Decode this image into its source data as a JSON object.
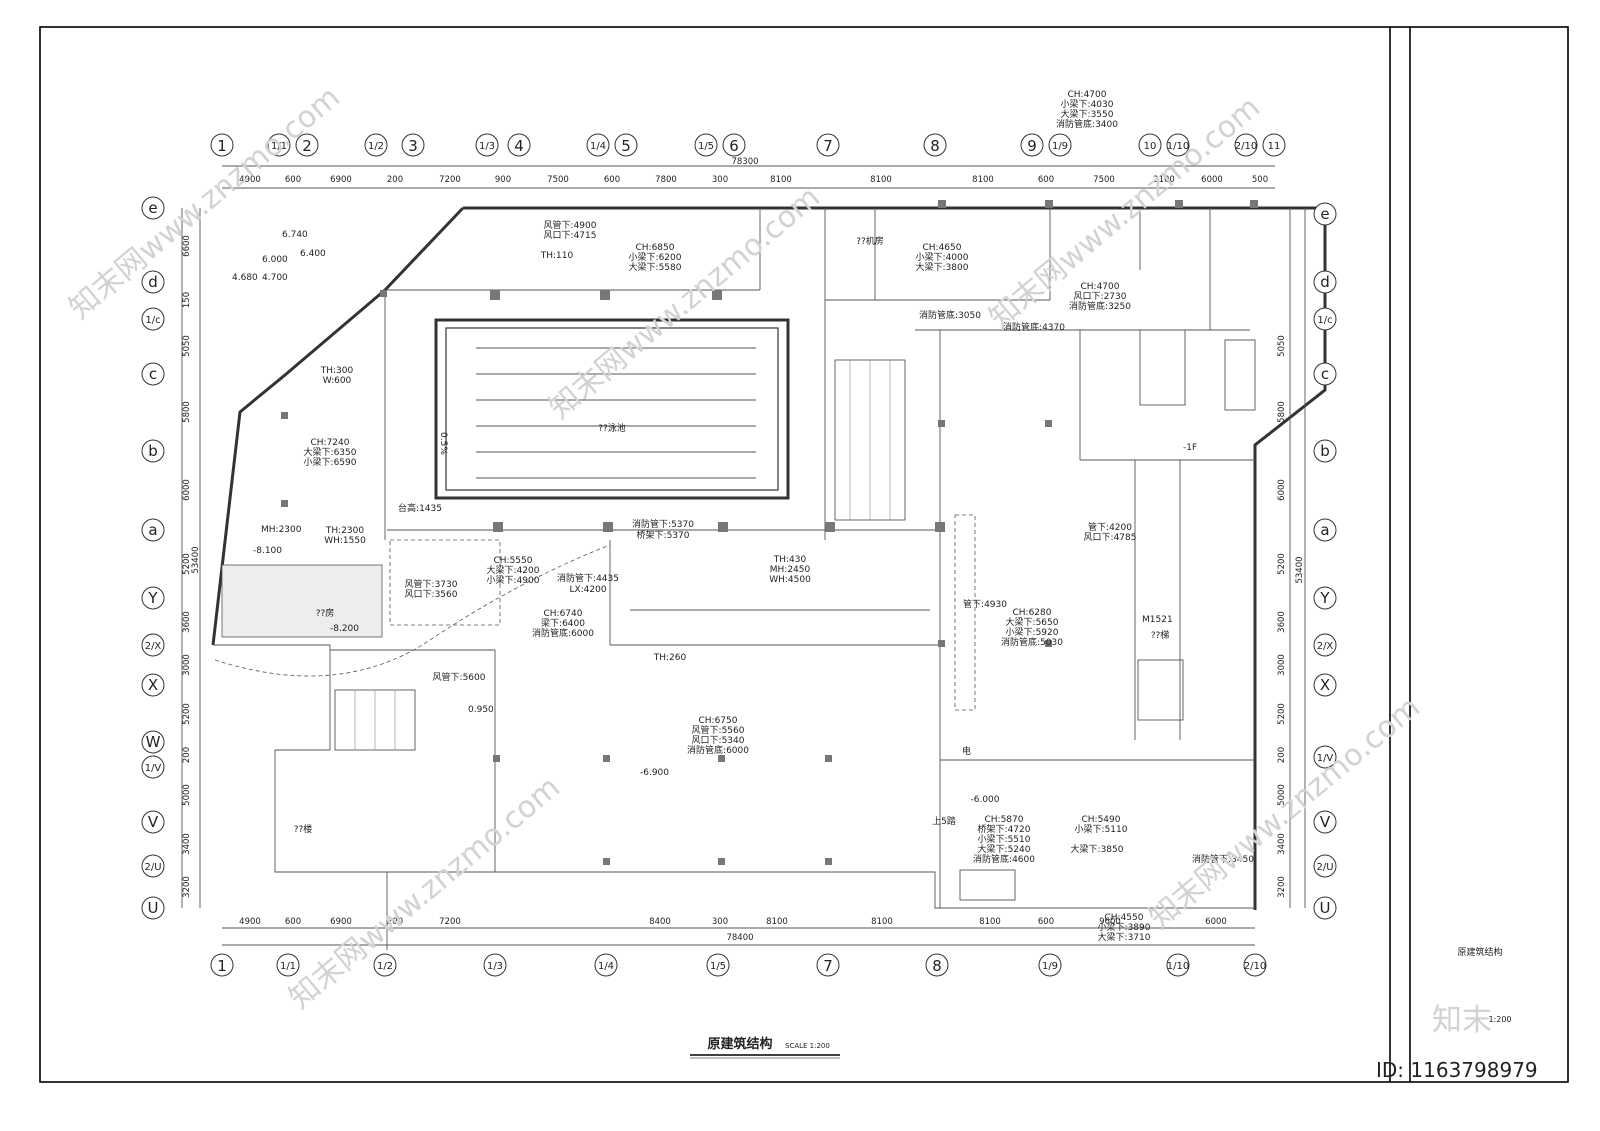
{
  "title_block": {
    "drawing_name": "原建筑结构",
    "scale_main": "SCALE  1:200",
    "scale_side": "1:200",
    "side_label": "原建筑结构"
  },
  "grid": {
    "top_axes": [
      "1",
      "1/1",
      "2",
      "1/2",
      "3",
      "1/3",
      "4",
      "1/4",
      "5",
      "1/5",
      "6",
      "7",
      "8",
      "9",
      "1/9",
      "10",
      "1/10",
      "2/10",
      "11"
    ],
    "bottom_axes": [
      "1",
      "1/1",
      "1/2",
      "1/3",
      "1/4",
      "1/5",
      "7",
      "8",
      "1/9",
      "1/10",
      "2/10"
    ],
    "left_axes": [
      "e",
      "d",
      "1/c",
      "c",
      "b",
      "a",
      "Y",
      "2/X",
      "X",
      "W",
      "1/V",
      "V",
      "2/U",
      "U"
    ],
    "right_axes": [
      "e",
      "d",
      "1/c",
      "c",
      "b",
      "a",
      "Y",
      "2/X",
      "X",
      "1/V",
      "V",
      "2/U",
      "U"
    ],
    "top_dims": [
      "4900",
      "600",
      "6900",
      "200",
      "7200",
      "900",
      "7500",
      "600",
      "7800",
      "300",
      "8100",
      "8100",
      "8100",
      "600",
      "7500",
      "2100",
      "6000",
      "500"
    ],
    "bottom_dims": [
      "4900",
      "600",
      "6900",
      "200",
      "7200",
      "8400",
      "300",
      "8100",
      "8100",
      "8100",
      "600",
      "9600",
      "6000"
    ],
    "left_dims": [
      "6600",
      "150",
      "5050",
      "5800",
      "6000",
      "5200",
      "3600",
      "3000",
      "5200",
      "200",
      "5000",
      "3400",
      "3200"
    ],
    "right_dims": [
      "5050",
      "5800",
      "6000",
      "5200",
      "3600",
      "3000",
      "5200",
      "200",
      "5000",
      "3400",
      "3200"
    ],
    "total_top": "78300",
    "total_bottom": "78400",
    "total_side": "53400"
  },
  "annotations": [
    "CH:4700",
    "小梁下:4030",
    "大梁下:3550",
    "消防管底:3400",
    "风管下:4900",
    "风口下:4715",
    "CH:6850",
    "小梁下:6200",
    "大梁下:5580",
    "TH:110",
    "CH:4650",
    "小梁下:4000",
    "大梁下:3800",
    "CH:4700",
    "风口下:2730",
    "消防管底:3250",
    "消防管底:3050",
    "消防管底:4370",
    "6.740",
    "6.400",
    "6.000",
    "4.680",
    "4.700",
    "TH:300",
    "W:600",
    "CH:7240",
    "大梁下:6350",
    "小梁下:6590",
    "MH:2300",
    "TH:2300",
    "WH:1550",
    "台高:1435",
    "消防管下:5370",
    "桥架下:5370",
    "TH:430",
    "MH:2450",
    "WH:4500",
    "CH:5550",
    "大梁下:4200",
    "小梁下:4900",
    "消防管下:4435",
    "LX:4200",
    "风管下:3730",
    "风口下:3560",
    "CH:6740",
    "梁下:6400",
    "消防管底:6000",
    "管下:4930",
    "CH:6280",
    "大梁下:5650",
    "小梁下:5920",
    "消防管底:5030",
    "管下:4200",
    "风口下:4785",
    "TH:260",
    "风管下:5600",
    "-8.100",
    "-8.200",
    "0.950",
    "CH:6750",
    "风管下:5560",
    "风口下:5340",
    "消防管底:6000",
    "-6.900",
    "CH:5870",
    "桥架下:4720",
    "小梁下:5510",
    "大梁下:5240",
    "消防管底:4600",
    "CH:5490",
    "小梁下:5110",
    "大梁下:3850",
    "消防管下:3450",
    "-6.000",
    "CH:4550",
    "小梁下:3890",
    "大梁下:3710",
    "上5踏",
    "电",
    "0.5%",
    "-1F",
    "M1521"
  ],
  "room_names": [
    "??泳池",
    "??房",
    "??楼",
    "??梯",
    "??机房"
  ],
  "watermark": {
    "brand": "知末",
    "id": "ID: 1163798979",
    "site": "知末网www.znzmo.com"
  }
}
